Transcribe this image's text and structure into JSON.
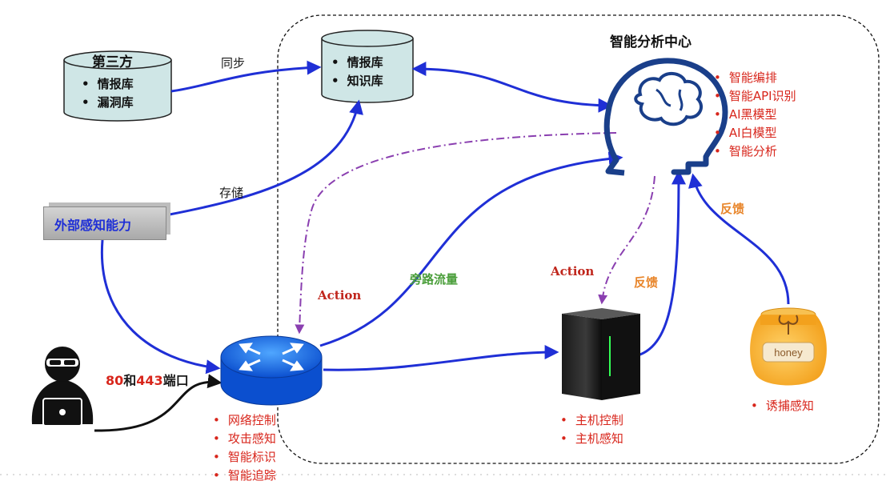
{
  "third_party_db": {
    "title": "第三方",
    "items": [
      "情报库",
      "漏洞库"
    ]
  },
  "intel_db": {
    "items": [
      "情报库",
      "知识库"
    ]
  },
  "external_sensing": {
    "label": "外部感知能力"
  },
  "edge_labels": {
    "sync": "同步",
    "store": "存储",
    "bypass_traffic": "旁路流量",
    "action_router": "Action",
    "action_server": "Action",
    "feedback_server": "反馈",
    "feedback_honey": "反馈"
  },
  "analysis_center": {
    "title": "智能分析中心",
    "items": [
      "智能编排",
      "智能API识别",
      "AI黑模型",
      "AI白模型",
      "智能分析"
    ]
  },
  "attacker": {
    "port_label_parts": [
      "80",
      "和",
      "443",
      "端口"
    ]
  },
  "router": {
    "items": [
      "网络控制",
      "攻击感知",
      "智能标识",
      "智能追踪"
    ]
  },
  "server": {
    "items": [
      "主机控制",
      "主机感知"
    ]
  },
  "honeypot": {
    "jar_text": "honey",
    "items": [
      "诱捕感知"
    ]
  },
  "colors": {
    "flow_blue": "#1f2fd6",
    "dashdot_purple": "#8a3fb0",
    "list_red": "#d8261c",
    "bypass_green": "#4a9e3a",
    "feedback_orange": "#e8852a",
    "db_fill": "#cfe6e6",
    "brain_blue": "#1a3f8a"
  }
}
